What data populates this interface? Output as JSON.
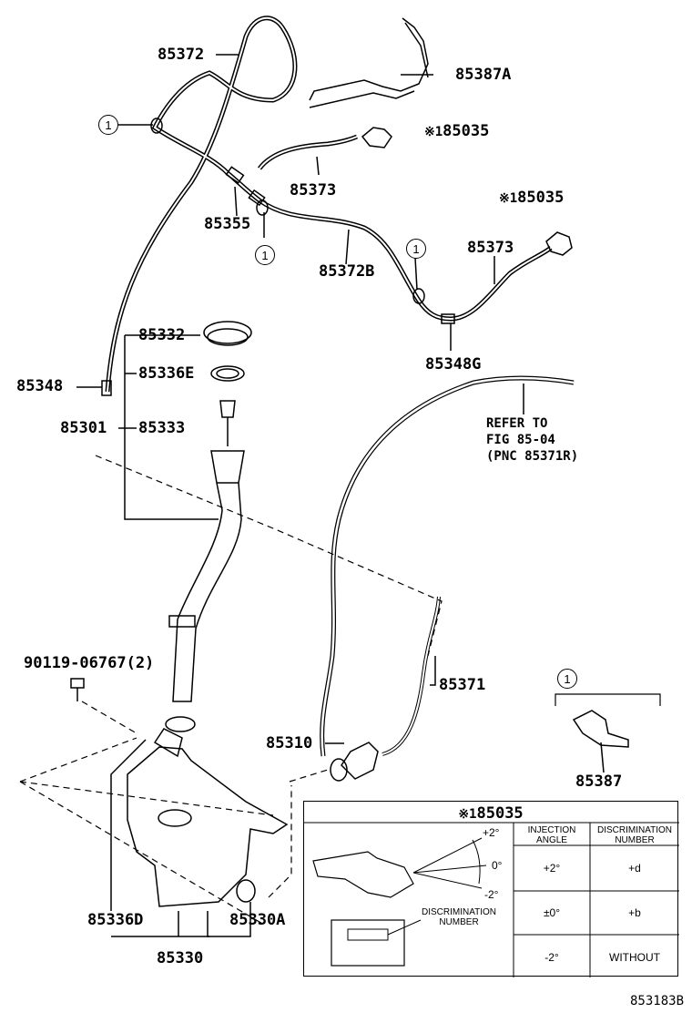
{
  "labels": {
    "p85372": "85372",
    "p85387A": "85387A",
    "p85035_top": "85035",
    "p85373_a": "85373",
    "p85035_mid": "85035",
    "p85355": "85355",
    "p85373_b": "85373",
    "p85372B": "85372B",
    "p85348G": "85348G",
    "p85332": "85332",
    "p85336E": "85336E",
    "p85348": "85348",
    "p85301": "85301",
    "p85333": "85333",
    "refer1": "REFER TO",
    "refer2": "FIG 85-04",
    "refer3": "(PNC 85371R)",
    "bolt": "90119-06767(2)",
    "p85371": "85371",
    "p85310": "85310",
    "p85387": "85387",
    "p85336D": "85336D",
    "p85330A": "85330A",
    "p85330": "85330",
    "footer": "853183B"
  },
  "marks": {
    "note_symbol": "※1",
    "circle_ref": "1"
  },
  "table": {
    "title": "85035",
    "col_injection": "INJECTION ANGLE",
    "col_discrimination": "DISCRIMINATION NUMBER",
    "rows": [
      {
        "angle": "+2°",
        "number": "+d"
      },
      {
        "angle": "±0°",
        "number": "+b"
      },
      {
        "angle": "-2°",
        "number": "WITHOUT"
      }
    ],
    "angle_top": "+2°",
    "angle_mid": "0°",
    "angle_bot": "-2°",
    "disc_label_1": "DISCRIMINATION",
    "disc_label_2": "NUMBER"
  }
}
